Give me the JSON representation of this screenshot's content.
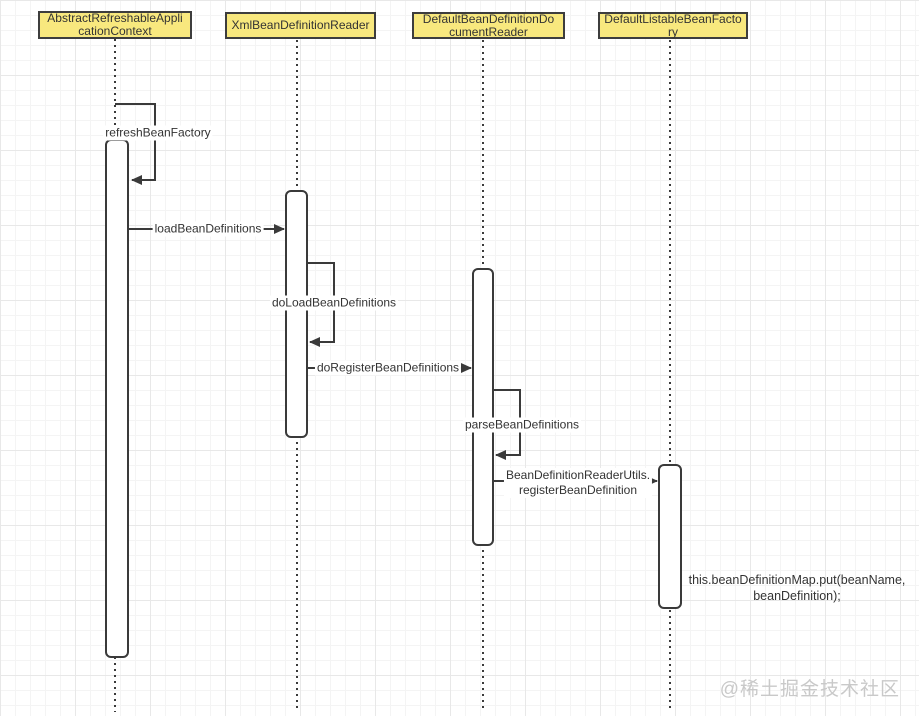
{
  "diagram": {
    "lifelines": [
      {
        "name": "AbstractRefreshableAppli\ncationContext"
      },
      {
        "name": "XmlBeanDefinitionReader"
      },
      {
        "name": "DefaultBeanDefinitionDo\ncumentReader"
      },
      {
        "name": "DefaultListableBeanFacto\nry"
      }
    ],
    "messages": [
      {
        "label": "refreshBeanFactory",
        "kind": "self-call"
      },
      {
        "label": "loadBeanDefinitions",
        "kind": "call"
      },
      {
        "label": "doLoadBeanDefinitions",
        "kind": "self-call"
      },
      {
        "label": "doRegisterBeanDefinitions",
        "kind": "call"
      },
      {
        "label": "parseBeanDefinitions",
        "kind": "self-call"
      },
      {
        "label": "BeanDefinitionReaderUtils.\nregisterBeanDefinition",
        "kind": "call"
      },
      {
        "label": "this.beanDefinitionMap.put(beanName,\nbeanDefinition);",
        "kind": "statement"
      }
    ],
    "watermark": "@稀土掘金技术社区"
  },
  "colors": {
    "header_fill": "#F8E87E",
    "header_border": "#3d3d3d",
    "line": "#3a3a3a",
    "watermark": "#c9c9c9"
  }
}
